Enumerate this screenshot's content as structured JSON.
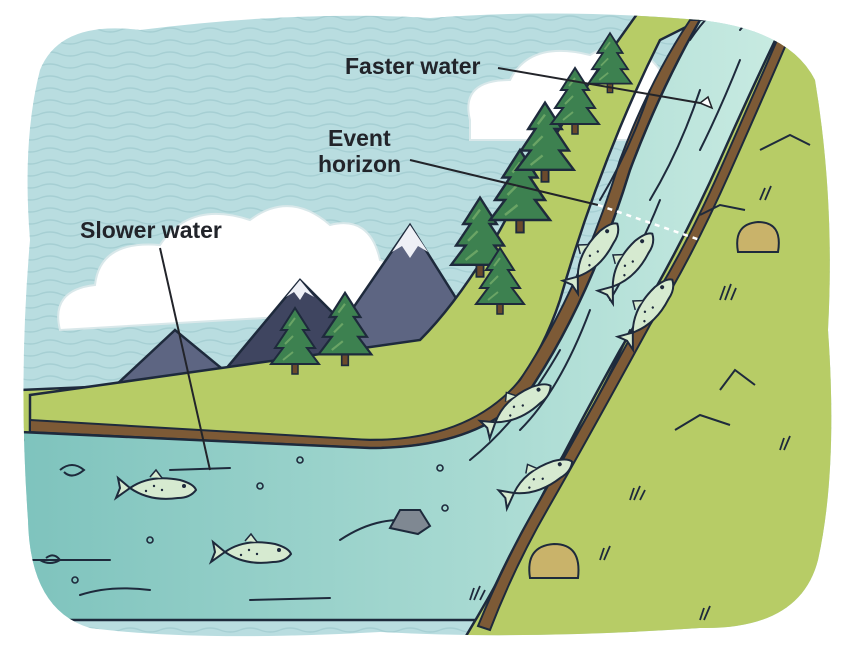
{
  "labels": {
    "faster_water": "Faster water",
    "event_horizon_line1": "Event",
    "event_horizon_line2": "horizon",
    "slower_water": "Slower water"
  },
  "colors": {
    "sky": "#b9dde0",
    "cloud": "#ffffff",
    "mountain": "#5d6582",
    "mountain_shade": "#3f4560",
    "snow": "#eef0f6",
    "grass": "#b7cc66",
    "grass_dark": "#93ad48",
    "dirt": "#7d5a36",
    "water": "#8fcfc6",
    "water_light": "#c2e7de",
    "tree": "#3d8150",
    "tree_light": "#6aa465",
    "fish": "#d6ead0",
    "outline": "#1e2a3c",
    "label_text": "#22242a"
  },
  "icons": [
    "fish-icon",
    "pine-tree-icon",
    "rock-icon",
    "bush-icon",
    "cloud-icon",
    "mountain-icon"
  ]
}
